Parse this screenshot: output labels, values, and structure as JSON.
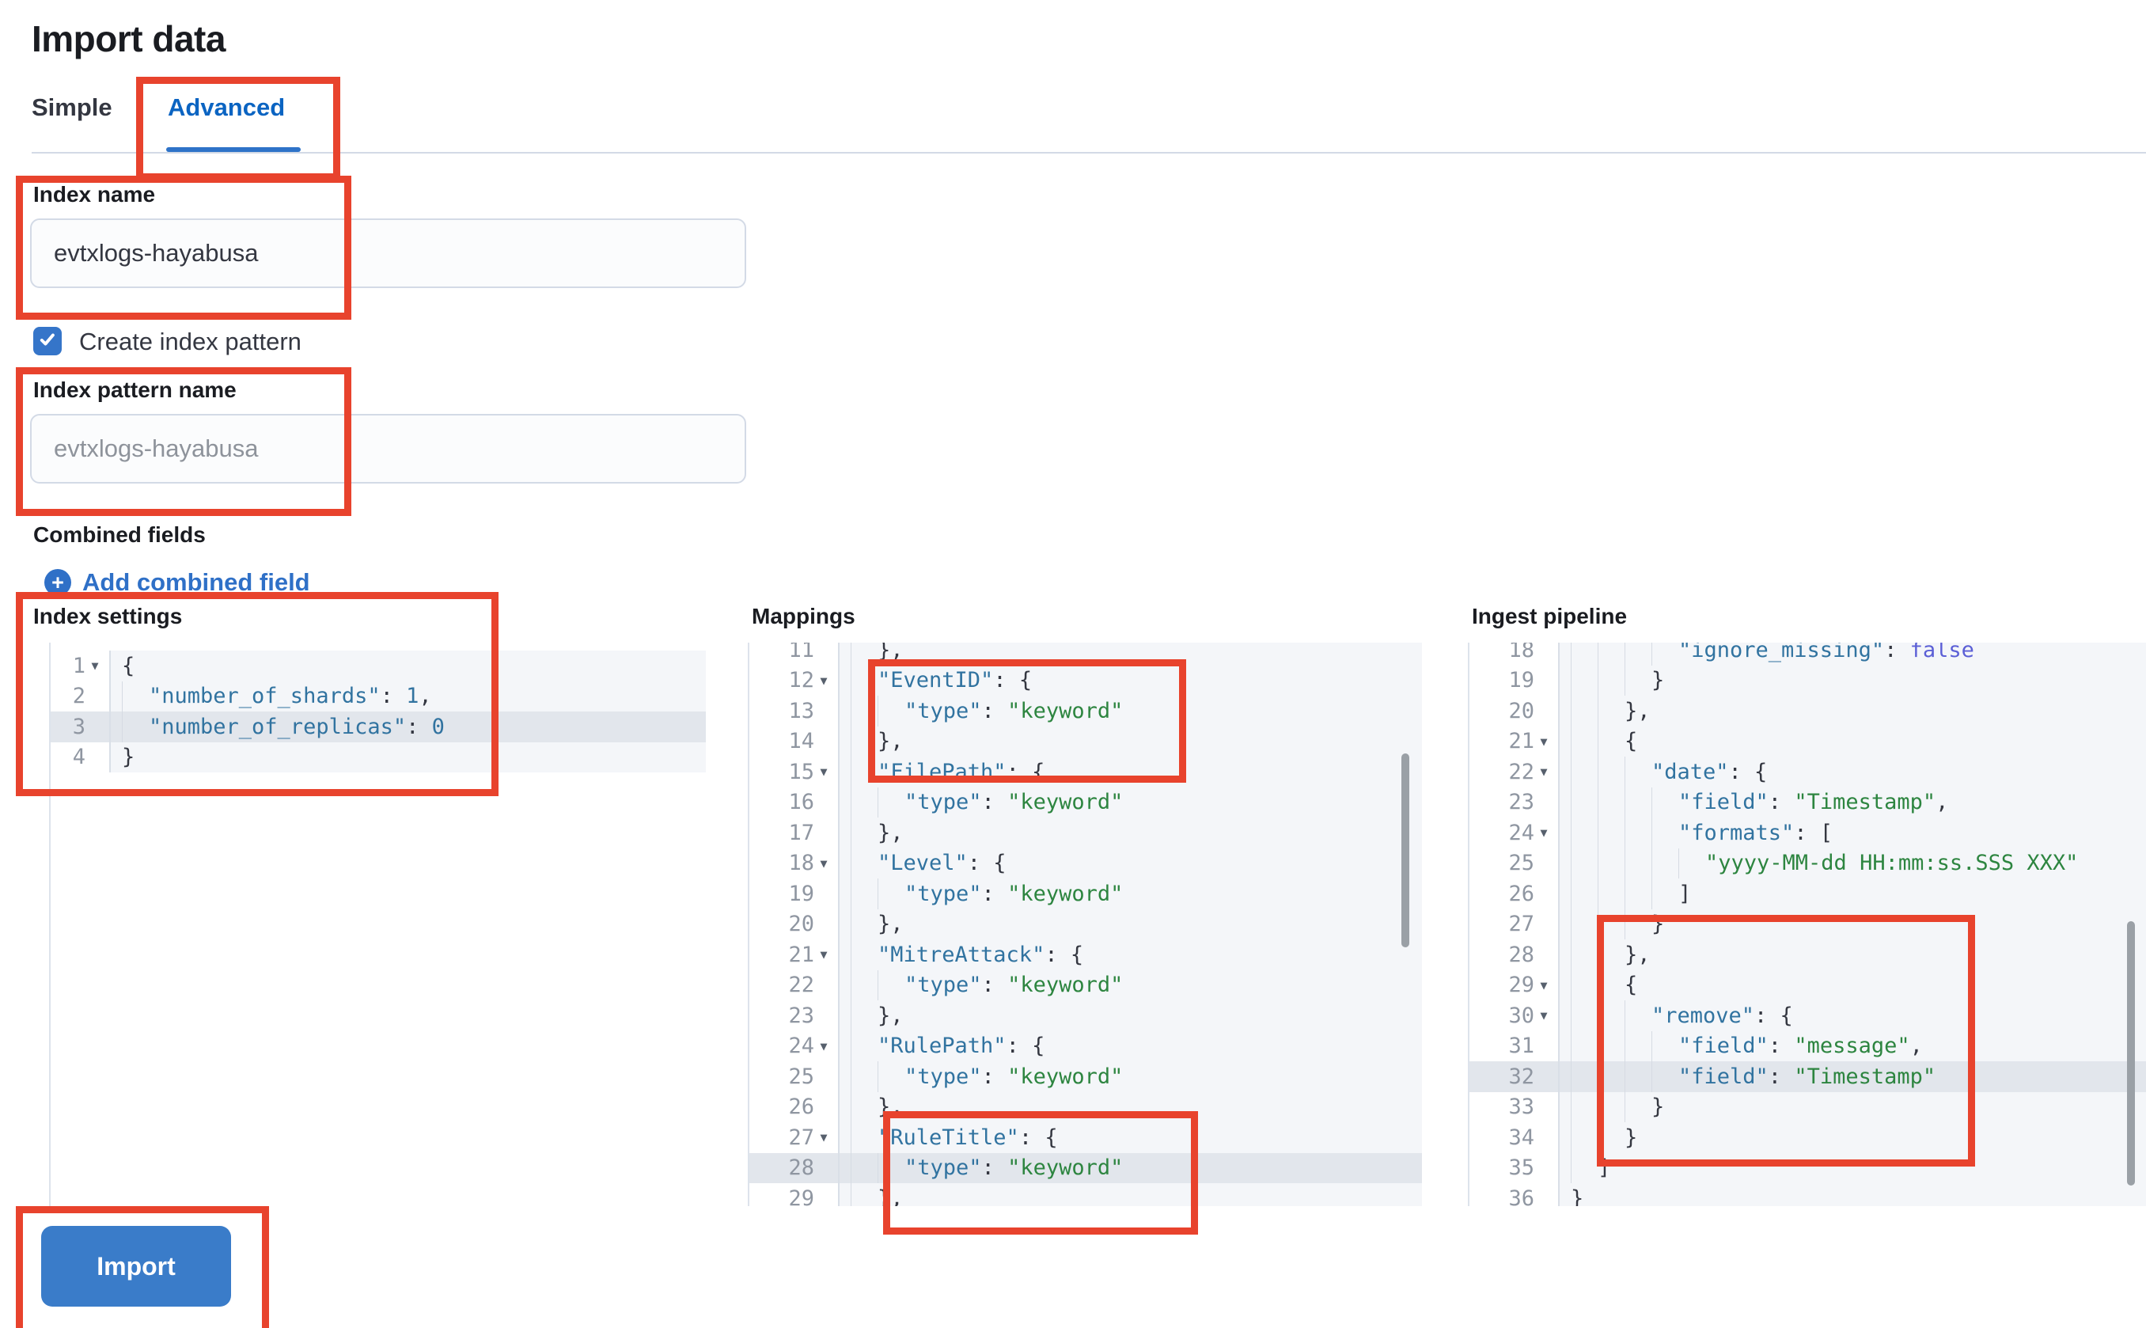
{
  "page": {
    "title": "Import data"
  },
  "tabs": [
    {
      "label": "Simple",
      "active": false
    },
    {
      "label": "Advanced",
      "active": true
    }
  ],
  "form": {
    "index_name": {
      "label": "Index name",
      "value": "evtxlogs-hayabusa"
    },
    "create_index_pattern": {
      "label": "Create index pattern",
      "checked": true
    },
    "index_pattern_name": {
      "label": "Index pattern name",
      "placeholder": "evtxlogs-hayabusa",
      "value": ""
    },
    "combined_fields": {
      "label": "Combined fields",
      "add_link_label": "Add combined field"
    }
  },
  "import_button": {
    "label": "Import"
  },
  "icons": {
    "plus_glyph": "+",
    "fold_glyph": "▼",
    "check_icon": "check-icon"
  },
  "colors": {
    "accent_blue": "#2e73c8",
    "tab_blue": "#0b64c2",
    "link_blue": "#2f70c7",
    "button_blue": "#3a7cc9",
    "checkbox_blue": "#3575c9",
    "annotation_red": "#e8432d",
    "code_key": "#3173a0",
    "code_string": "#2d8540",
    "code_boolean": "#5b5fd6",
    "code_number": "#3173a0",
    "active_line": "#e2e6ec"
  },
  "editors": [
    {
      "title": "Index settings",
      "lines": [
        {
          "n": 1,
          "f": true,
          "u": 0,
          "t": [
            [
              "p",
              "{"
            ]
          ]
        },
        {
          "n": 2,
          "u": 1,
          "t": [
            [
              "k",
              "\"number_of_shards\""
            ],
            [
              "p",
              ": "
            ],
            [
              "n",
              "1"
            ],
            [
              "p",
              ","
            ]
          ]
        },
        {
          "n": 3,
          "a": true,
          "u": 1,
          "t": [
            [
              "k",
              "\"number_of_replicas\""
            ],
            [
              "p",
              ": "
            ],
            [
              "n",
              "0"
            ]
          ]
        },
        {
          "n": 4,
          "u": 0,
          "t": [
            [
              "p",
              "}"
            ]
          ]
        }
      ]
    },
    {
      "title": "Mappings",
      "lines": [
        {
          "n": 11,
          "u": 1,
          "t": [
            [
              "p",
              "},"
            ]
          ]
        },
        {
          "n": 12,
          "f": true,
          "u": 1,
          "t": [
            [
              "k",
              "\"EventID\""
            ],
            [
              "p",
              ": {"
            ]
          ]
        },
        {
          "n": 13,
          "u": 2,
          "t": [
            [
              "k",
              "\"type\""
            ],
            [
              "p",
              ": "
            ],
            [
              "s",
              "\"keyword\""
            ]
          ]
        },
        {
          "n": 14,
          "u": 1,
          "t": [
            [
              "p",
              "},"
            ]
          ]
        },
        {
          "n": 15,
          "f": true,
          "u": 1,
          "t": [
            [
              "k",
              "\"FilePath\""
            ],
            [
              "p",
              ": {"
            ]
          ]
        },
        {
          "n": 16,
          "u": 2,
          "t": [
            [
              "k",
              "\"type\""
            ],
            [
              "p",
              ": "
            ],
            [
              "s",
              "\"keyword\""
            ]
          ]
        },
        {
          "n": 17,
          "u": 1,
          "t": [
            [
              "p",
              "},"
            ]
          ]
        },
        {
          "n": 18,
          "f": true,
          "u": 1,
          "t": [
            [
              "k",
              "\"Level\""
            ],
            [
              "p",
              ": {"
            ]
          ]
        },
        {
          "n": 19,
          "u": 2,
          "t": [
            [
              "k",
              "\"type\""
            ],
            [
              "p",
              ": "
            ],
            [
              "s",
              "\"keyword\""
            ]
          ]
        },
        {
          "n": 20,
          "u": 1,
          "t": [
            [
              "p",
              "},"
            ]
          ]
        },
        {
          "n": 21,
          "f": true,
          "u": 1,
          "t": [
            [
              "k",
              "\"MitreAttack\""
            ],
            [
              "p",
              ": {"
            ]
          ]
        },
        {
          "n": 22,
          "u": 2,
          "t": [
            [
              "k",
              "\"type\""
            ],
            [
              "p",
              ": "
            ],
            [
              "s",
              "\"keyword\""
            ]
          ]
        },
        {
          "n": 23,
          "u": 1,
          "t": [
            [
              "p",
              "},"
            ]
          ]
        },
        {
          "n": 24,
          "f": true,
          "u": 1,
          "t": [
            [
              "k",
              "\"RulePath\""
            ],
            [
              "p",
              ": {"
            ]
          ]
        },
        {
          "n": 25,
          "u": 2,
          "t": [
            [
              "k",
              "\"type\""
            ],
            [
              "p",
              ": "
            ],
            [
              "s",
              "\"keyword\""
            ]
          ]
        },
        {
          "n": 26,
          "u": 1,
          "t": [
            [
              "p",
              "},"
            ]
          ]
        },
        {
          "n": 27,
          "f": true,
          "u": 1,
          "t": [
            [
              "k",
              "\"RuleTitle\""
            ],
            [
              "p",
              ": {"
            ]
          ]
        },
        {
          "n": 28,
          "a": true,
          "u": 2,
          "t": [
            [
              "k",
              "\"type\""
            ],
            [
              "p",
              ": "
            ],
            [
              "s",
              "\"keyword\""
            ]
          ]
        },
        {
          "n": 29,
          "u": 1,
          "t": [
            [
              "p",
              "},"
            ]
          ]
        }
      ]
    },
    {
      "title": "Ingest pipeline",
      "lines": [
        {
          "n": 18,
          "u": 4,
          "t": [
            [
              "k",
              "\"ignore_missing\""
            ],
            [
              "p",
              ": "
            ],
            [
              "b",
              "false"
            ]
          ]
        },
        {
          "n": 19,
          "u": 3,
          "t": [
            [
              "p",
              "}"
            ]
          ]
        },
        {
          "n": 20,
          "u": 2,
          "t": [
            [
              "p",
              "},"
            ]
          ]
        },
        {
          "n": 21,
          "f": true,
          "u": 2,
          "t": [
            [
              "p",
              "{"
            ]
          ]
        },
        {
          "n": 22,
          "f": true,
          "u": 3,
          "t": [
            [
              "k",
              "\"date\""
            ],
            [
              "p",
              ": {"
            ]
          ]
        },
        {
          "n": 23,
          "u": 4,
          "t": [
            [
              "k",
              "\"field\""
            ],
            [
              "p",
              ": "
            ],
            [
              "s",
              "\"Timestamp\""
            ],
            [
              "p",
              ","
            ]
          ]
        },
        {
          "n": 24,
          "f": true,
          "u": 4,
          "t": [
            [
              "k",
              "\"formats\""
            ],
            [
              "p",
              ": ["
            ]
          ]
        },
        {
          "n": 25,
          "u": 5,
          "t": [
            [
              "s",
              "\"yyyy-MM-dd HH:mm:ss.SSS XXX\""
            ]
          ]
        },
        {
          "n": 26,
          "u": 4,
          "t": [
            [
              "p",
              "]"
            ]
          ]
        },
        {
          "n": 27,
          "u": 3,
          "t": [
            [
              "p",
              "}"
            ]
          ]
        },
        {
          "n": 28,
          "u": 2,
          "t": [
            [
              "p",
              "},"
            ]
          ]
        },
        {
          "n": 29,
          "f": true,
          "u": 2,
          "t": [
            [
              "p",
              "{"
            ]
          ]
        },
        {
          "n": 30,
          "f": true,
          "u": 3,
          "t": [
            [
              "k",
              "\"remove\""
            ],
            [
              "p",
              ": {"
            ]
          ]
        },
        {
          "n": 31,
          "u": 4,
          "t": [
            [
              "k",
              "\"field\""
            ],
            [
              "p",
              ": "
            ],
            [
              "s",
              "\"message\""
            ],
            [
              "p",
              ","
            ]
          ]
        },
        {
          "n": 32,
          "a": true,
          "u": 4,
          "t": [
            [
              "k",
              "\"field\""
            ],
            [
              "p",
              ": "
            ],
            [
              "s",
              "\"Timestamp\""
            ]
          ]
        },
        {
          "n": 33,
          "u": 3,
          "t": [
            [
              "p",
              "}"
            ]
          ]
        },
        {
          "n": 34,
          "u": 2,
          "t": [
            [
              "p",
              "}"
            ]
          ]
        },
        {
          "n": 35,
          "u": 1,
          "t": [
            [
              "p",
              "]"
            ]
          ]
        },
        {
          "n": 36,
          "u": 0,
          "t": [
            [
              "p",
              "}"
            ]
          ]
        }
      ]
    }
  ]
}
